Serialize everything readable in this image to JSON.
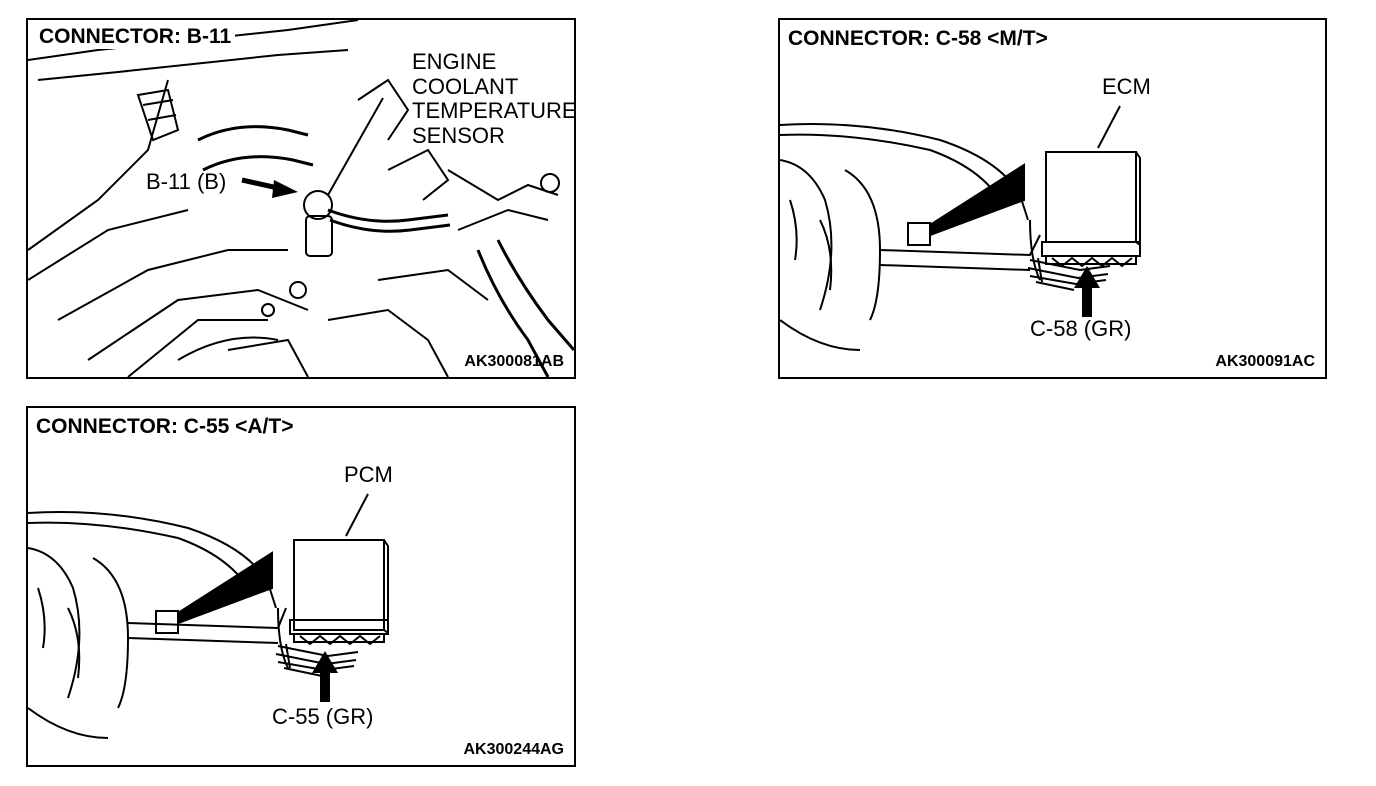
{
  "panels": [
    {
      "title": "CONNECTOR: B-11",
      "code": "AK300081AB",
      "labels": {
        "connector": "B-11 (B)",
        "sensor_lines": [
          "ENGINE",
          "COOLANT",
          "TEMPERATURE",
          "SENSOR"
        ]
      }
    },
    {
      "title": "CONNECTOR: C-58 <M/T>",
      "code": "AK300091AC",
      "labels": {
        "module": "ECM",
        "connector": "C-58 (GR)"
      }
    },
    {
      "title": "CONNECTOR: C-55 <A/T>",
      "code": "AK300244AG",
      "labels": {
        "module": "PCM",
        "connector": "C-55 (GR)"
      }
    }
  ]
}
